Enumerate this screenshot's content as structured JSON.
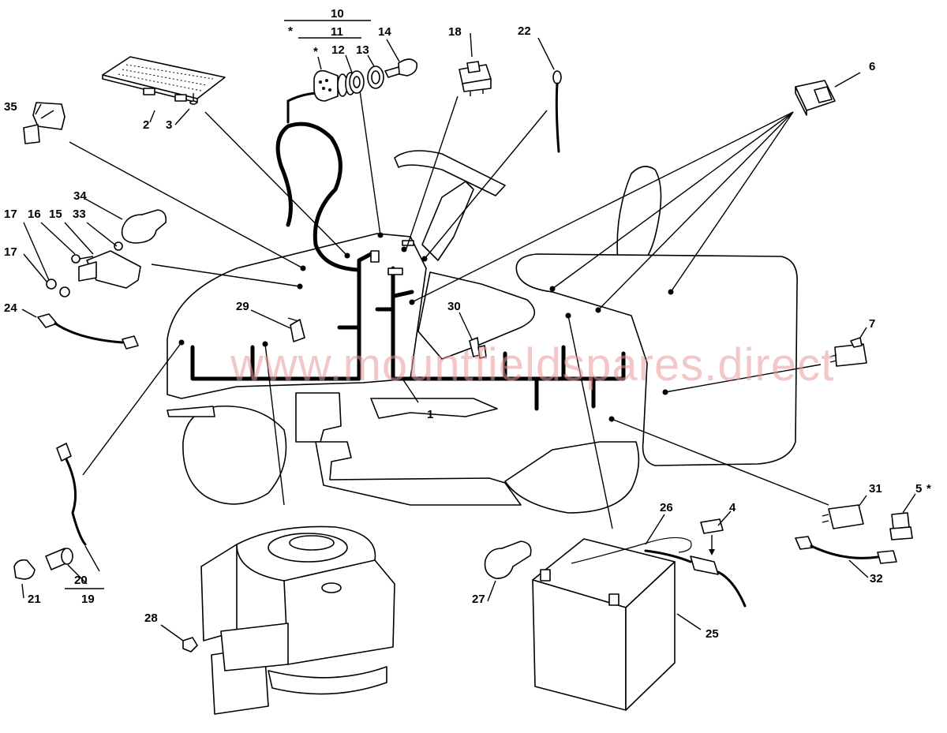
{
  "watermark": "www.mountfieldspares.direct",
  "colors": {
    "ink": "#000000",
    "watermark": "#e99a9a",
    "background": "#ffffff"
  },
  "labels": {
    "p1": "1",
    "p2": "2",
    "p3": "3",
    "p4": "4",
    "p5": "5",
    "p5_star": "*",
    "p6": "6",
    "p7": "7",
    "p10": "10",
    "p11": "11",
    "p12": "12",
    "p13": "13",
    "p14": "14",
    "p15": "15",
    "p16": "16",
    "p17a": "17",
    "p17b": "17",
    "p18": "18",
    "p19": "19",
    "p20": "20",
    "p21": "21",
    "p22": "22",
    "p24": "24",
    "p25": "25",
    "p26": "26",
    "p27": "27",
    "p28": "28",
    "p29": "29",
    "p30": "30",
    "p31": "31",
    "p32": "32",
    "p33": "33",
    "p34": "34",
    "p35": "35",
    "star_a": "*",
    "star_b": "*"
  }
}
